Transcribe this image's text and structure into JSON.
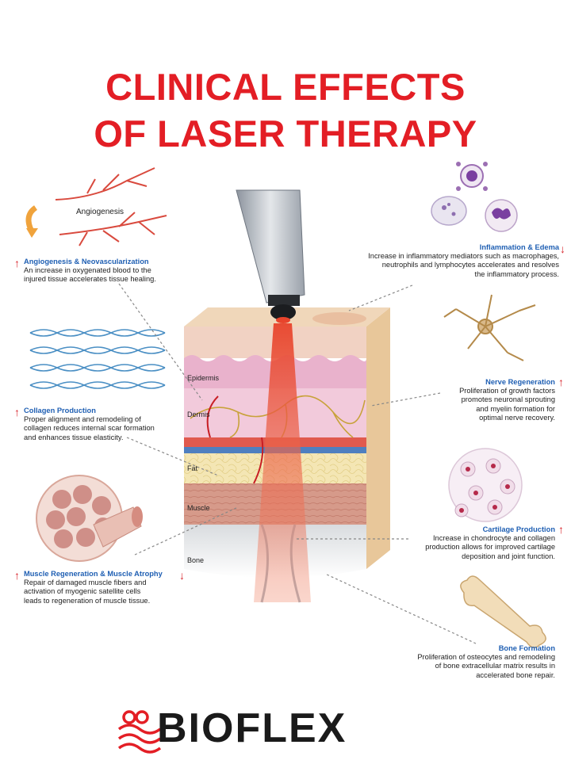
{
  "title_line1": "CLINICAL EFFECTS",
  "title_line2": "OF LASER THERAPY",
  "brand": {
    "name": "BIOFLEX",
    "color": "#1a1a1a",
    "mark_color": "#e31e25"
  },
  "accent": "#e31e25",
  "heading_color": "#1f5fb3",
  "inset_label": "Angiogenesis",
  "layers": {
    "epidermis": "Epidermis",
    "dermis": "Dermis",
    "fat": "Fat",
    "muscle": "Muscle",
    "bone": "Bone"
  },
  "effects": {
    "angiogenesis": {
      "title": "Angiogenesis & Neovascularization",
      "lines": [
        "An increase in oxygenated blood to the",
        "injured tissue accelerates tissue healing."
      ]
    },
    "inflammation": {
      "title": "Inflammation & Edema",
      "lines": [
        "Increase in inflammatory mediators such as macrophages,",
        "neutrophils and lymphocytes  accelerates and resolves",
        "the inflammatory process."
      ]
    },
    "collagen": {
      "title": "Collagen Production",
      "lines": [
        "Proper alignment and remodeling of",
        "collagen reduces internal scar formation",
        "and enhances tissue elasticity."
      ]
    },
    "nerve": {
      "title": "Nerve Regeneration",
      "lines": [
        "Proliferation of growth factors",
        "promotes neuronal sprouting",
        "and myelin formation for",
        "optimal nerve recovery."
      ]
    },
    "cartilage": {
      "title": "Cartilage Production",
      "lines": [
        "Increase in chondrocyte and collagen",
        "production allows for improved cartilage",
        "deposition and joint function."
      ]
    },
    "muscle": {
      "title": "Muscle Regeneration & Muscle Atrophy",
      "lines": [
        "Repair of damaged muscle fibers and",
        "activation of myogenic satellite cells",
        "leads to regeneration of muscle tissue."
      ]
    },
    "bone": {
      "title": "Bone Formation",
      "lines": [
        "Proliferation of osteocytes and remodeling",
        "of bone extracellular matrix results in",
        "accelerated bone repair."
      ]
    }
  }
}
